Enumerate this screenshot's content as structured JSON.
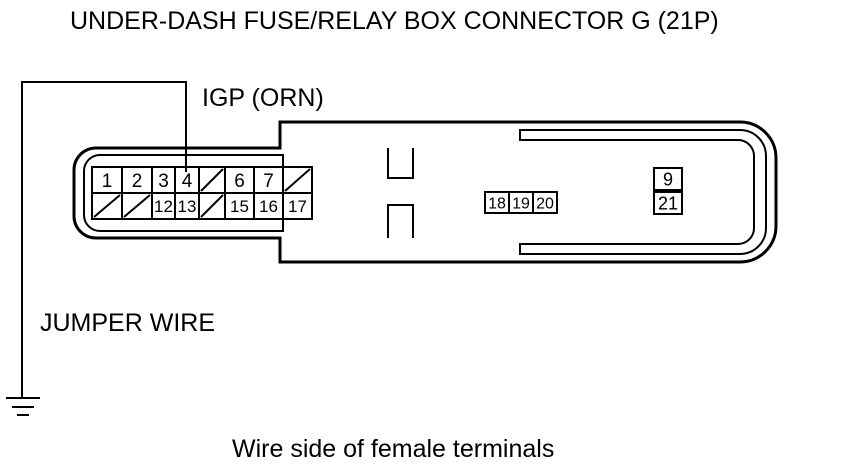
{
  "title": "UNDER-DASH FUSE/RELAY BOX CONNECTOR G (21P)",
  "wire_label": "IGP (ORN)",
  "jumper_label": "JUMPER WIRE",
  "caption": "Wire side of female terminals",
  "connector": {
    "top_row": [
      "1",
      "2",
      "3",
      "4",
      "",
      "6",
      "7",
      ""
    ],
    "bottom_row": [
      "",
      "",
      "12",
      "13",
      "",
      "15",
      "16",
      "17"
    ],
    "middle_terminals": [
      "18",
      "19",
      "20"
    ],
    "right_terminals": [
      "9",
      "21"
    ]
  },
  "icons": {
    "ground": "ground-symbol-icon",
    "empty_cavity": "empty-cavity-slash-icon"
  }
}
